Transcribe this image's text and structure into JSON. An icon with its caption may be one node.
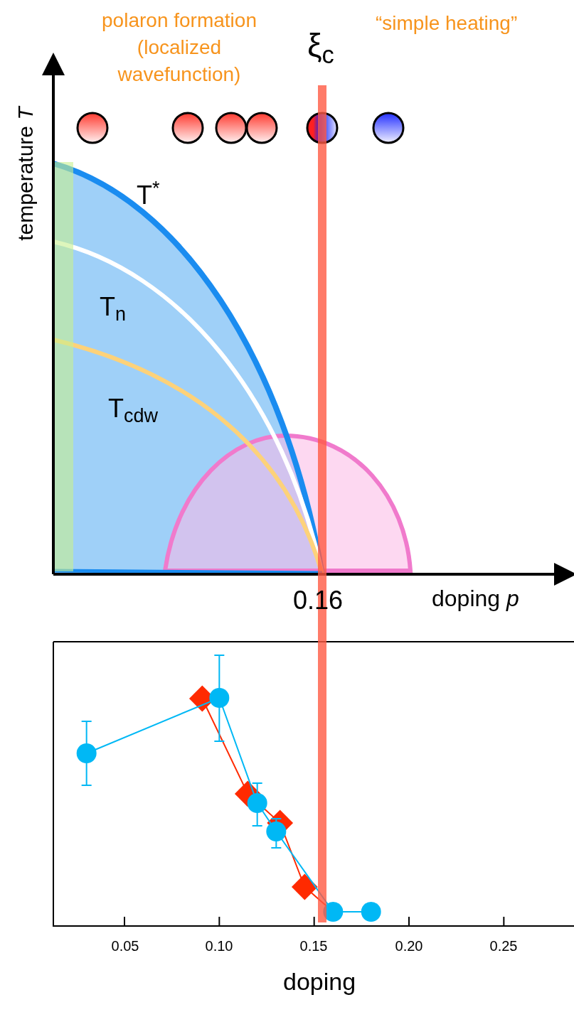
{
  "diagram": {
    "labels": [
      "polaron formation (localized wavefunction)",
      "“simple heating”",
      "ξ$_{c}$",
      "temperature *T*",
      "T$^{*}$",
      "T$_{n}$",
      "T$_{cdw}$",
      "0.16",
      "doping *p*",
      "0.05",
      "0.10",
      "0.15",
      "0.20",
      "0.25",
      "doping"
    ]
  }
}
